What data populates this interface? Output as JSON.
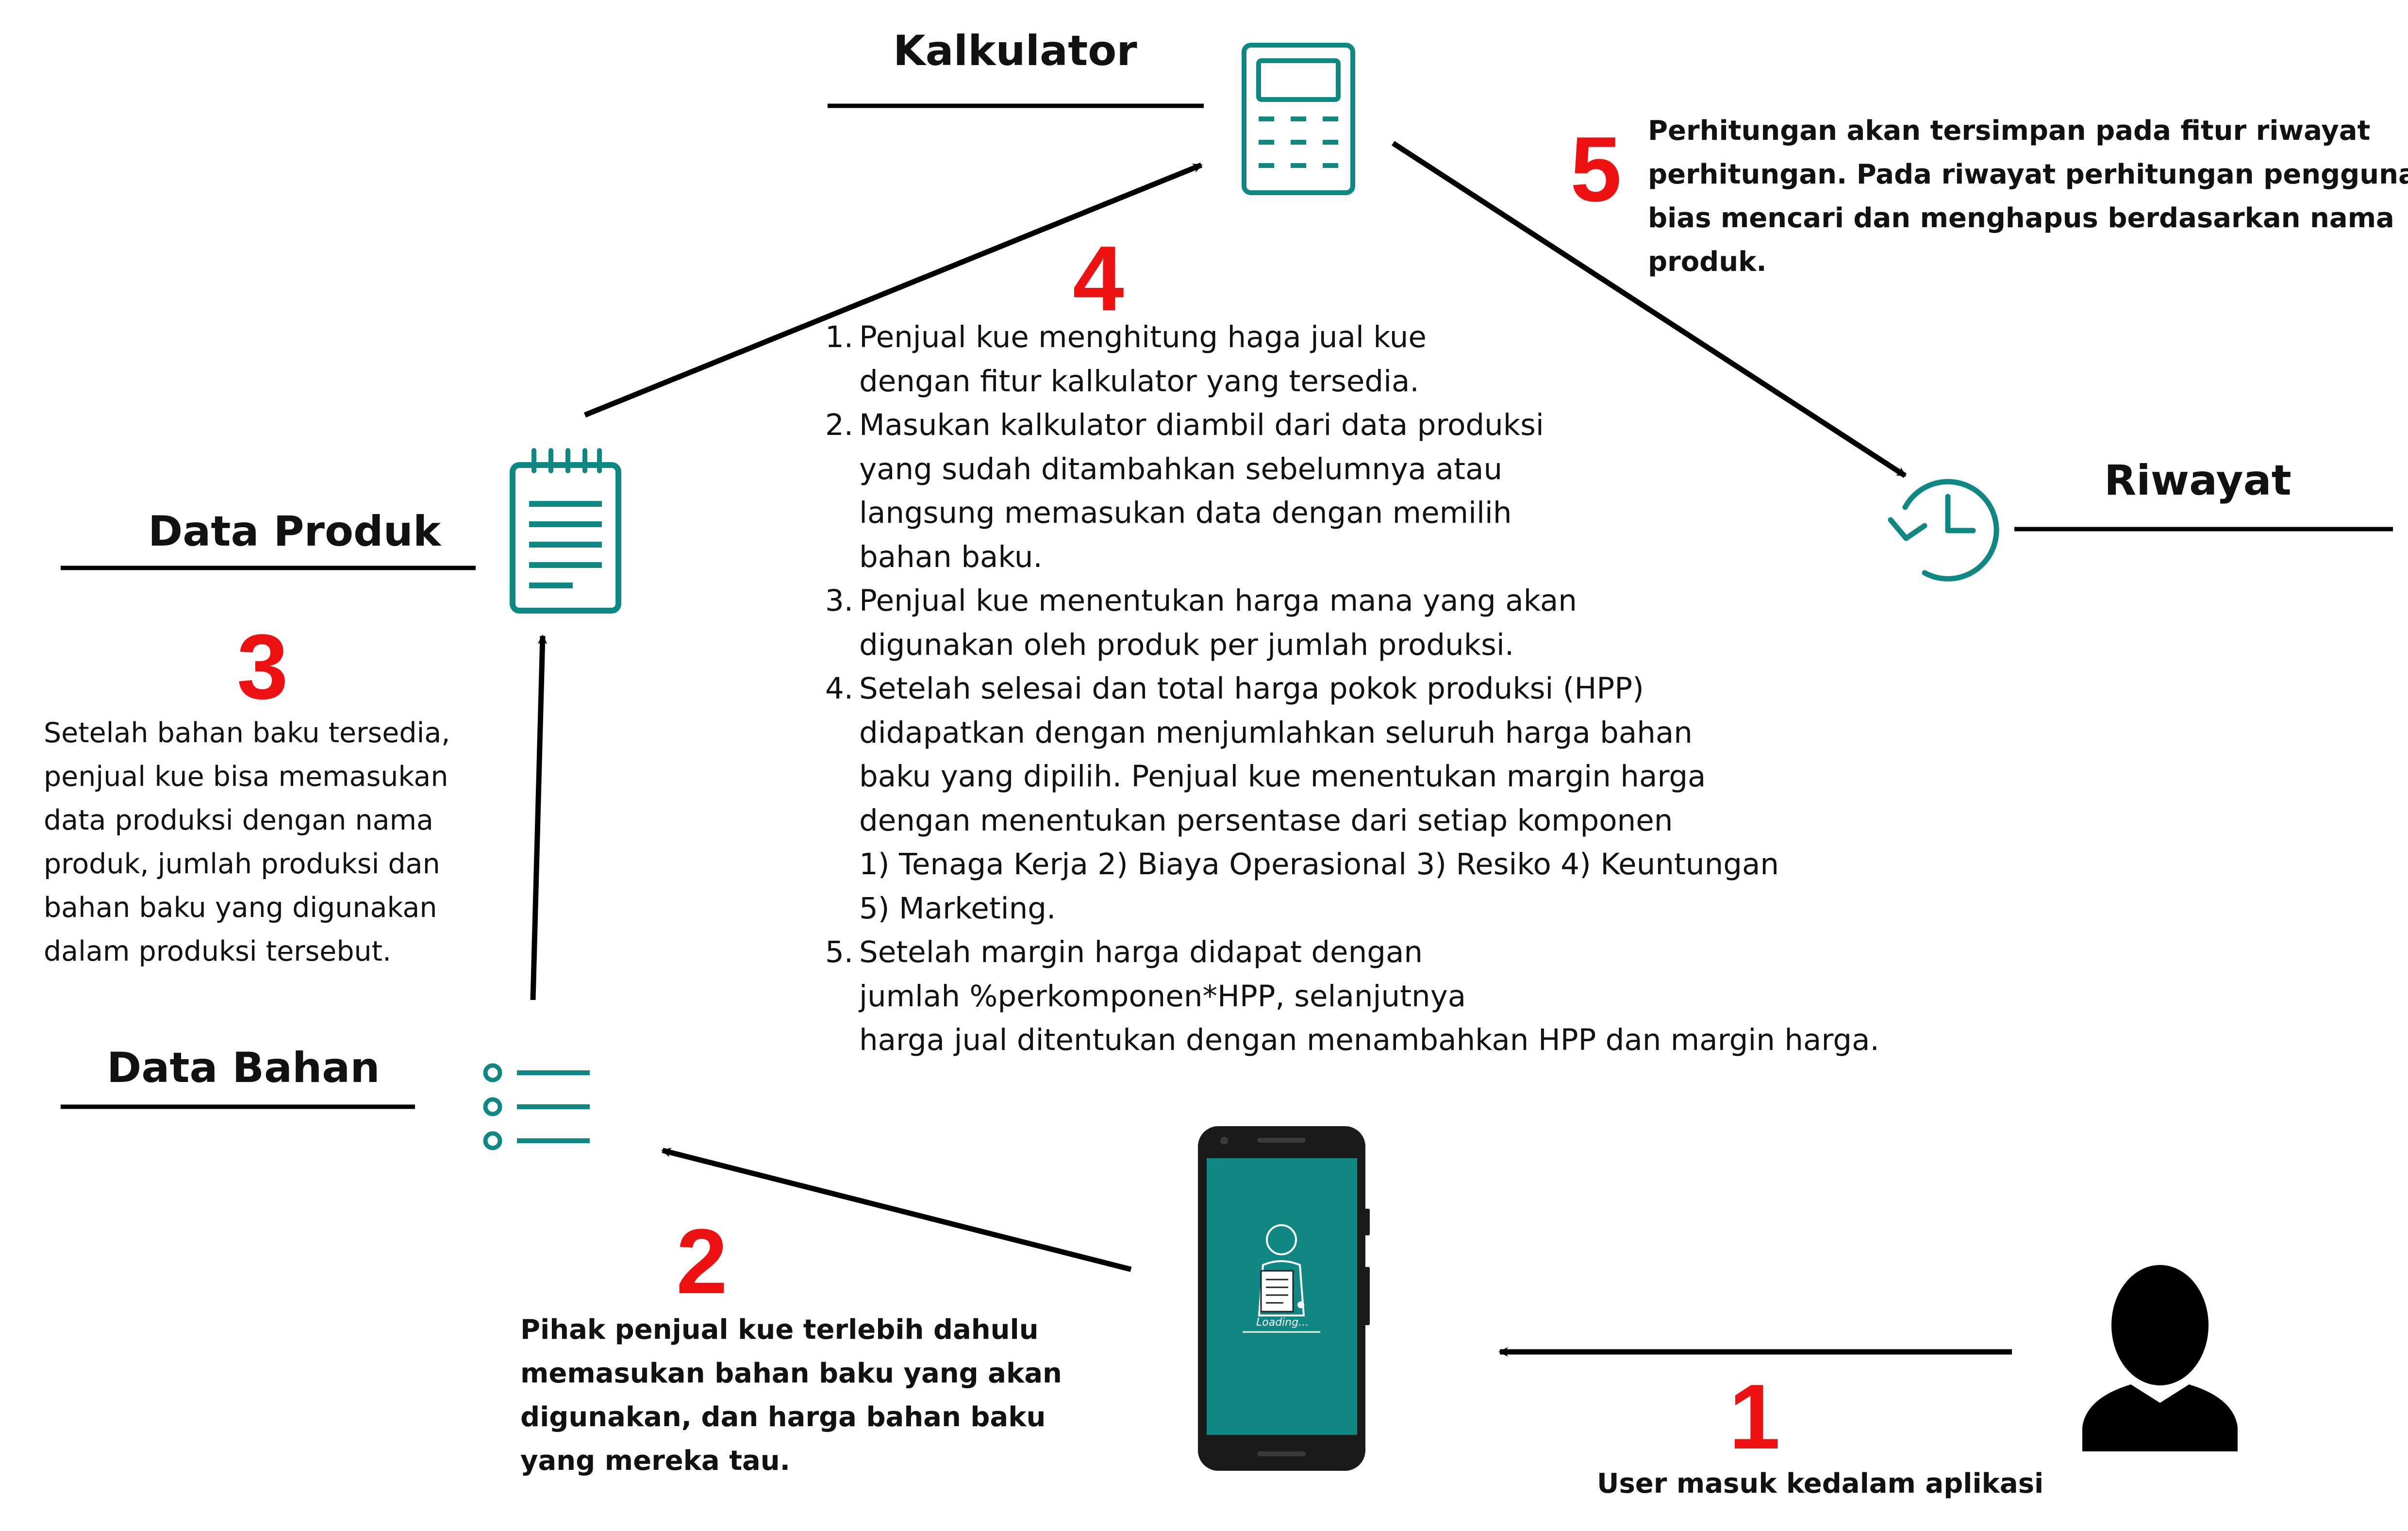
{
  "colors": {
    "teal": "#0f8783",
    "number_red": "#ee1111",
    "arrow_black": "#000000"
  },
  "nodes": {
    "kalkulator": {
      "title": "Kalkulator",
      "icon": "calculator-icon"
    },
    "riwayat": {
      "title": "Riwayat",
      "icon": "history-clock-icon"
    },
    "data_produk": {
      "title": "Data Produk",
      "icon": "notepad-icon"
    },
    "data_bahan": {
      "title": "Data Bahan",
      "icon": "checklist-icon"
    },
    "aplikasi": {
      "icon": "smartphone-icon",
      "screen_text": "Loading..."
    },
    "user": {
      "icon": "user-silhouette-icon"
    }
  },
  "steps": {
    "s1": {
      "number": "1",
      "text": "User masuk kedalam aplikasi"
    },
    "s2": {
      "number": "2",
      "lines": [
        "Pihak penjual kue terlebih dahulu",
        "memasukan bahan baku yang akan",
        "digunakan, dan harga bahan baku",
        "yang mereka tau."
      ]
    },
    "s3": {
      "number": "3",
      "lines": [
        "Setelah bahan baku tersedia,",
        "penjual kue bisa memasukan",
        "data produksi dengan nama",
        "produk, jumlah produksi dan",
        "bahan baku yang digunakan",
        "dalam produksi tersebut."
      ]
    },
    "s4": {
      "number": "4",
      "items": [
        {
          "n": "1.",
          "first": "Penjual kue menghitung haga jual kue",
          "rest": [
            "dengan fitur kalkulator yang tersedia."
          ]
        },
        {
          "n": "2.",
          "first": "Masukan kalkulator diambil dari data produksi",
          "rest": [
            "yang sudah ditambahkan sebelumnya atau",
            "langsung memasukan data dengan memilih",
            "bahan baku."
          ]
        },
        {
          "n": "3.",
          "first": "Penjual kue menentukan harga mana yang akan",
          "rest": [
            "digunakan oleh produk per jumlah produksi."
          ]
        },
        {
          "n": "4.",
          "first": "Setelah selesai dan total harga pokok produksi (HPP)",
          "rest": [
            "didapatkan dengan menjumlahkan seluruh harga bahan",
            "baku yang dipilih. Penjual kue menentukan margin harga",
            "dengan menentukan persentase dari setiap komponen",
            "1) Tenaga Kerja 2) Biaya Operasional 3) Resiko 4) Keuntungan",
            "5) Marketing."
          ]
        },
        {
          "n": "5.",
          "first": "Setelah margin harga didapat dengan",
          "rest": [
            "jumlah %perkomponen*HPP, selanjutnya",
            "harga jual ditentukan dengan menambahkan HPP dan margin harga."
          ]
        }
      ]
    },
    "s5": {
      "number": "5",
      "lines": [
        "Perhitungan akan tersimpan pada fitur riwayat",
        "perhitungan. Pada riwayat perhitungan pengguna",
        "bias mencari dan menghapus berdasarkan nama",
        "produk."
      ]
    }
  }
}
